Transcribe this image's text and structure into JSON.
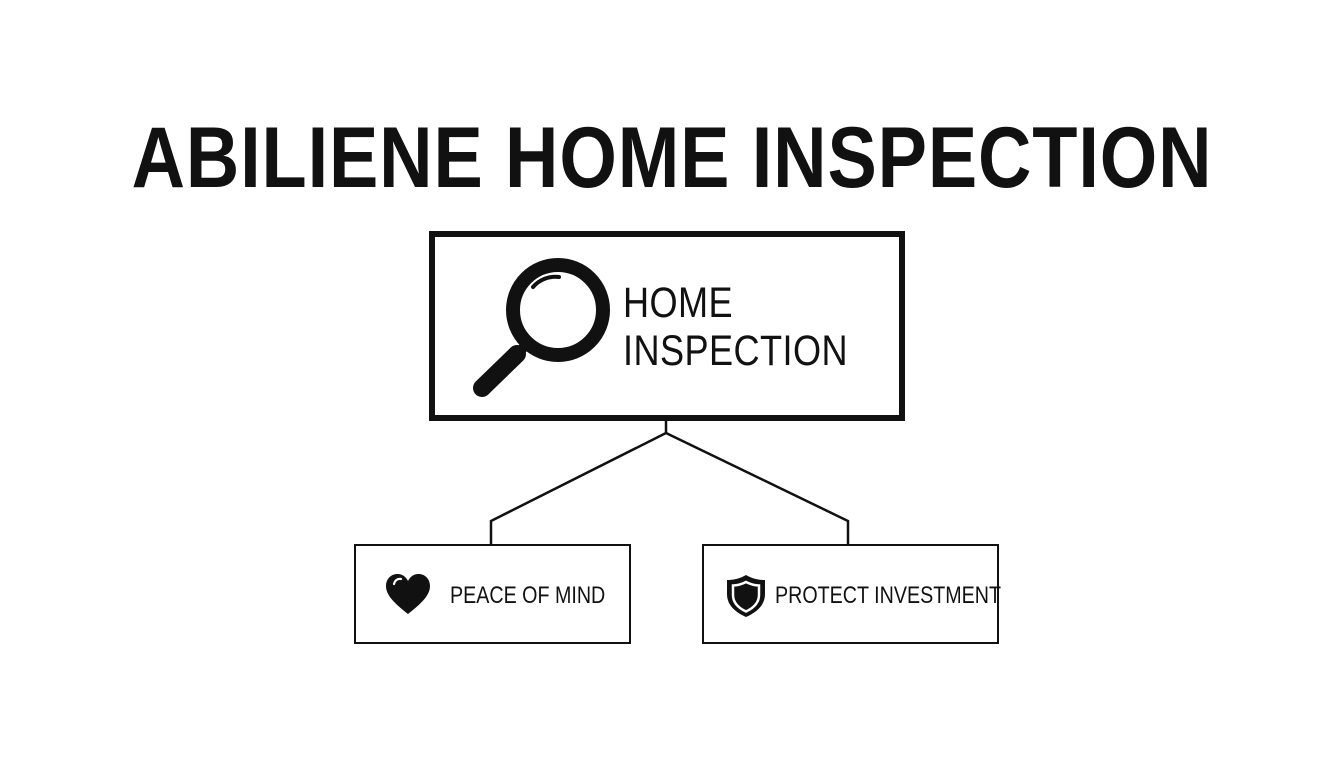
{
  "title": "ABILIENE HOME INSPECTION",
  "main_node": {
    "label_line1": "HOME",
    "label_line2": "INSPECTION",
    "icon": "magnifying-glass-icon"
  },
  "children": [
    {
      "label": "PEACE OF MIND",
      "icon": "heart-icon"
    },
    {
      "label": "PROTECT INVESTMENT",
      "icon": "shield-icon"
    }
  ],
  "colors": {
    "ink": "#111111",
    "background": "#ffffff"
  }
}
